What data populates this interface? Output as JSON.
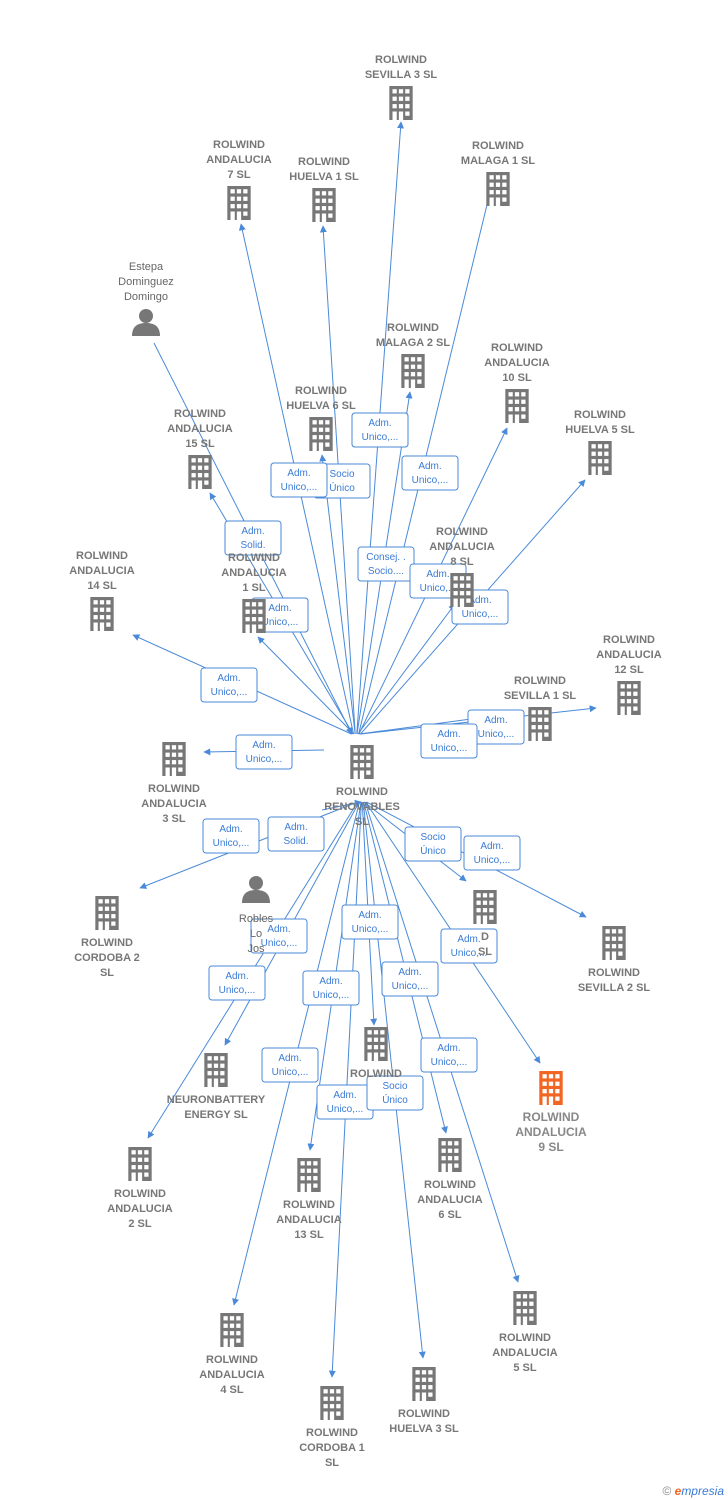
{
  "colors": {
    "edge": "#4a8ad8",
    "company": "#777777",
    "highlight": "#f26522",
    "person": "#777777"
  },
  "center": {
    "id": "renovables",
    "lines": [
      "ROLWIND",
      "RENOVABLES",
      "SL"
    ]
  },
  "nodes": [
    {
      "id": "sevilla3",
      "lines": [
        "ROLWIND",
        "SEVILLA 3  SL"
      ],
      "type": "company"
    },
    {
      "id": "andalucia7",
      "lines": [
        "ROLWIND",
        "ANDALUCIA",
        "7  SL"
      ],
      "type": "company"
    },
    {
      "id": "huelva1",
      "lines": [
        "ROLWIND",
        "HUELVA 1  SL"
      ],
      "type": "company"
    },
    {
      "id": "malaga1",
      "lines": [
        "ROLWIND",
        "MALAGA 1  SL"
      ],
      "type": "company"
    },
    {
      "id": "estepa",
      "lines": [
        "Estepa",
        "Dominguez",
        "Domingo"
      ],
      "type": "person"
    },
    {
      "id": "malaga2",
      "lines": [
        "ROLWIND",
        "MALAGA 2  SL"
      ],
      "type": "company"
    },
    {
      "id": "andalucia10",
      "lines": [
        "ROLWIND",
        "ANDALUCIA",
        "10  SL"
      ],
      "type": "company"
    },
    {
      "id": "huelva6",
      "lines": [
        "ROLWIND",
        "HUELVA 6  SL"
      ],
      "type": "company"
    },
    {
      "id": "andalucia15",
      "lines": [
        "ROLWIND",
        "ANDALUCIA",
        "15  SL"
      ],
      "type": "company"
    },
    {
      "id": "huelva5",
      "lines": [
        "ROLWIND",
        "HUELVA 5  SL"
      ],
      "type": "company"
    },
    {
      "id": "andalucia14",
      "lines": [
        "ROLWIND",
        "ANDALUCIA",
        "14  SL"
      ],
      "type": "company"
    },
    {
      "id": "andalucia1",
      "lines": [
        "ROLWIND",
        "ANDALUCIA",
        "1  SL"
      ],
      "type": "company"
    },
    {
      "id": "andalucia8",
      "lines": [
        "ROLWIND",
        "ANDALUCIA",
        "8  SL"
      ],
      "type": "company"
    },
    {
      "id": "andalucia12",
      "lines": [
        "ROLWIND",
        "ANDALUCIA",
        "12  SL"
      ],
      "type": "company"
    },
    {
      "id": "sevilla1",
      "lines": [
        "ROLWIND",
        "SEVILLA 1  SL"
      ],
      "type": "company"
    },
    {
      "id": "andalucia3",
      "lines": [
        "ROLWIND",
        "ANDALUCIA",
        "3  SL"
      ],
      "type": "company"
    },
    {
      "id": "robles",
      "lines": [
        "Robles",
        "Lo",
        "Jos"
      ],
      "type": "person"
    },
    {
      "id": "cordoba2",
      "lines": [
        "ROLWIND",
        "CORDOBA 2",
        "SL"
      ],
      "type": "company"
    },
    {
      "id": "sevilla2",
      "lines": [
        "ROLWIND",
        "SEVILLA 2  SL"
      ],
      "type": "company"
    },
    {
      "id": "huelva2",
      "lines": [
        "D",
        "SL"
      ],
      "type": "company"
    },
    {
      "id": "andalucia9",
      "lines": [
        "ROLWIND",
        "ANDALUCIA",
        "9  SL"
      ],
      "type": "highlight"
    },
    {
      "id": "neuron",
      "lines": [
        "NEURONBATTERY",
        "ENERGY  SL"
      ],
      "type": "company"
    },
    {
      "id": "rolwindX",
      "lines": [
        "ROLWIND"
      ],
      "type": "company"
    },
    {
      "id": "andalucia2",
      "lines": [
        "ROLWIND",
        "ANDALUCIA",
        "2  SL"
      ],
      "type": "company"
    },
    {
      "id": "andalucia13",
      "lines": [
        "ROLWIND",
        "ANDALUCIA",
        "13  SL"
      ],
      "type": "company"
    },
    {
      "id": "andalucia6",
      "lines": [
        "ROLWIND",
        "ANDALUCIA",
        "6  SL"
      ],
      "type": "company"
    },
    {
      "id": "andalucia5",
      "lines": [
        "ROLWIND",
        "ANDALUCIA",
        "5  SL"
      ],
      "type": "company"
    },
    {
      "id": "andalucia4",
      "lines": [
        "ROLWIND",
        "ANDALUCIA",
        "4  SL"
      ],
      "type": "company"
    },
    {
      "id": "cordoba1",
      "lines": [
        "ROLWIND",
        "CORDOBA 1",
        "SL"
      ],
      "type": "company"
    },
    {
      "id": "huelva3",
      "lines": [
        "ROLWIND",
        "HUELVA 3  SL"
      ],
      "type": "company"
    }
  ],
  "relations": [
    {
      "to": "sevilla3",
      "label": [
        "Adm.",
        "Unico,..."
      ]
    },
    {
      "to": "andalucia7",
      "label": [
        "Adm.",
        "Unico,..."
      ]
    },
    {
      "to": "huelva1",
      "label": [
        "Socio",
        "Único"
      ]
    },
    {
      "to": "malaga1",
      "label": [
        "Consej. .",
        "Socio...."
      ]
    },
    {
      "to": "estepa",
      "label": [
        "Adm.",
        "Solid."
      ],
      "reverse": true
    },
    {
      "to": "malaga2",
      "label": [
        "Adm.",
        "Unico,..."
      ]
    },
    {
      "to": "andalucia10",
      "label": [
        "Adm.",
        "Unico,..."
      ]
    },
    {
      "to": "huelva6",
      "label": [
        "Adm.",
        "Unico,..."
      ]
    },
    {
      "to": "andalucia15",
      "label": [
        "Adm.",
        "Unico,..."
      ]
    },
    {
      "to": "huelva5",
      "label": [
        "Adm.",
        "Unico,..."
      ]
    },
    {
      "to": "andalucia14",
      "label": [
        "Adm.",
        "Unico,..."
      ]
    },
    {
      "to": "andalucia1",
      "label": [
        "Adm.",
        "Unico,..."
      ]
    },
    {
      "to": "andalucia8",
      "label": [
        "Adm.",
        "Unico,..."
      ]
    },
    {
      "to": "andalucia12",
      "label": [
        "Adm.",
        "Unico,..."
      ]
    },
    {
      "to": "sevilla1",
      "label": [
        "Adm.",
        "Unico,..."
      ]
    },
    {
      "to": "andalucia3",
      "label": [
        "Adm.",
        "Unico,..."
      ]
    },
    {
      "to": "robles",
      "label": [
        "Adm.",
        "Solid."
      ],
      "reverse": true
    },
    {
      "to": "cordoba2",
      "label": [
        "Adm.",
        "Unico,..."
      ]
    },
    {
      "to": "sevilla2",
      "label": [
        "Adm.",
        "Unico,..."
      ]
    },
    {
      "to": "huelva2",
      "label": [
        "Socio",
        "Único"
      ]
    },
    {
      "to": "andalucia9",
      "label": [
        "Adm.",
        "Unico,..."
      ]
    },
    {
      "to": "neuron",
      "label": [
        "Adm.",
        "Unico,..."
      ]
    },
    {
      "to": "rolwindX",
      "label": [
        "Adm.",
        "Unico,..."
      ]
    },
    {
      "to": "andalucia2",
      "label": [
        "Adm.",
        "Unico,..."
      ]
    },
    {
      "to": "andalucia13",
      "label": [
        "Adm.",
        "Unico,..."
      ]
    },
    {
      "to": "andalucia6",
      "label": [
        "Adm.",
        "Unico,..."
      ]
    },
    {
      "to": "andalucia5",
      "label": [
        "Adm.",
        "Unico,..."
      ]
    },
    {
      "to": "andalucia4",
      "label": [
        "Adm.",
        "Unico,..."
      ]
    },
    {
      "to": "cordoba1",
      "label": [
        "Adm.",
        "Unico,..."
      ]
    },
    {
      "to": "huelva3",
      "label": [
        "Socio",
        "Único"
      ]
    }
  ],
  "footer": {
    "copyright": "©",
    "brand_e": "e",
    "brand_rest": "mpresia"
  }
}
